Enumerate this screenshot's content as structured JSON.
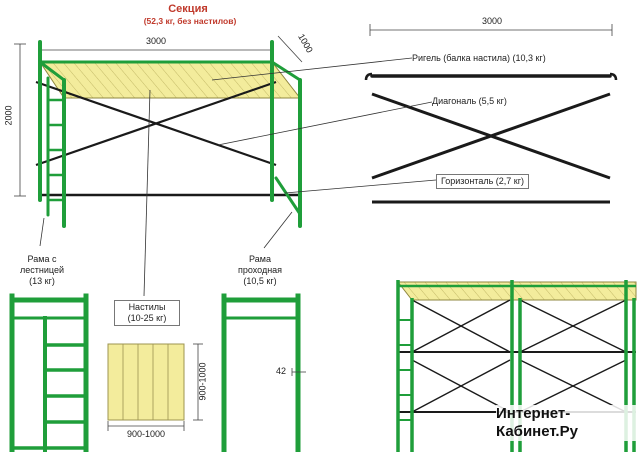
{
  "section": {
    "title": "Секция",
    "subtitle": "(52,3 кг, без настилов)"
  },
  "dimensions": {
    "section_width": "3000",
    "section_height": "2000",
    "section_depth": "1000",
    "part_length": "3000",
    "deck_height": "900-1000",
    "deck_width": "900-1000",
    "tube_offset": "42"
  },
  "parts": {
    "ledger": "Ригель (балка настила) (10,3 кг)",
    "diagonal": "Диагональ (5,5 кг)",
    "horizontal": "Горизонталь (2,7 кг)",
    "ladder_frame": [
      "Рама с",
      "лестницей",
      "(13 кг)"
    ],
    "pass_frame": [
      "Рама",
      "проходная",
      "(10,5 кг)"
    ],
    "decks": [
      "Настилы",
      "(10-25 кг)"
    ]
  },
  "watermark": [
    "Интернет-",
    "Кабинет.Ру"
  ],
  "colors": {
    "frame_green": "#1f9e3a",
    "deck_yellow": "#f3ec9c",
    "line_dark": "#1a1a1a",
    "title_red": "#c0392b"
  }
}
